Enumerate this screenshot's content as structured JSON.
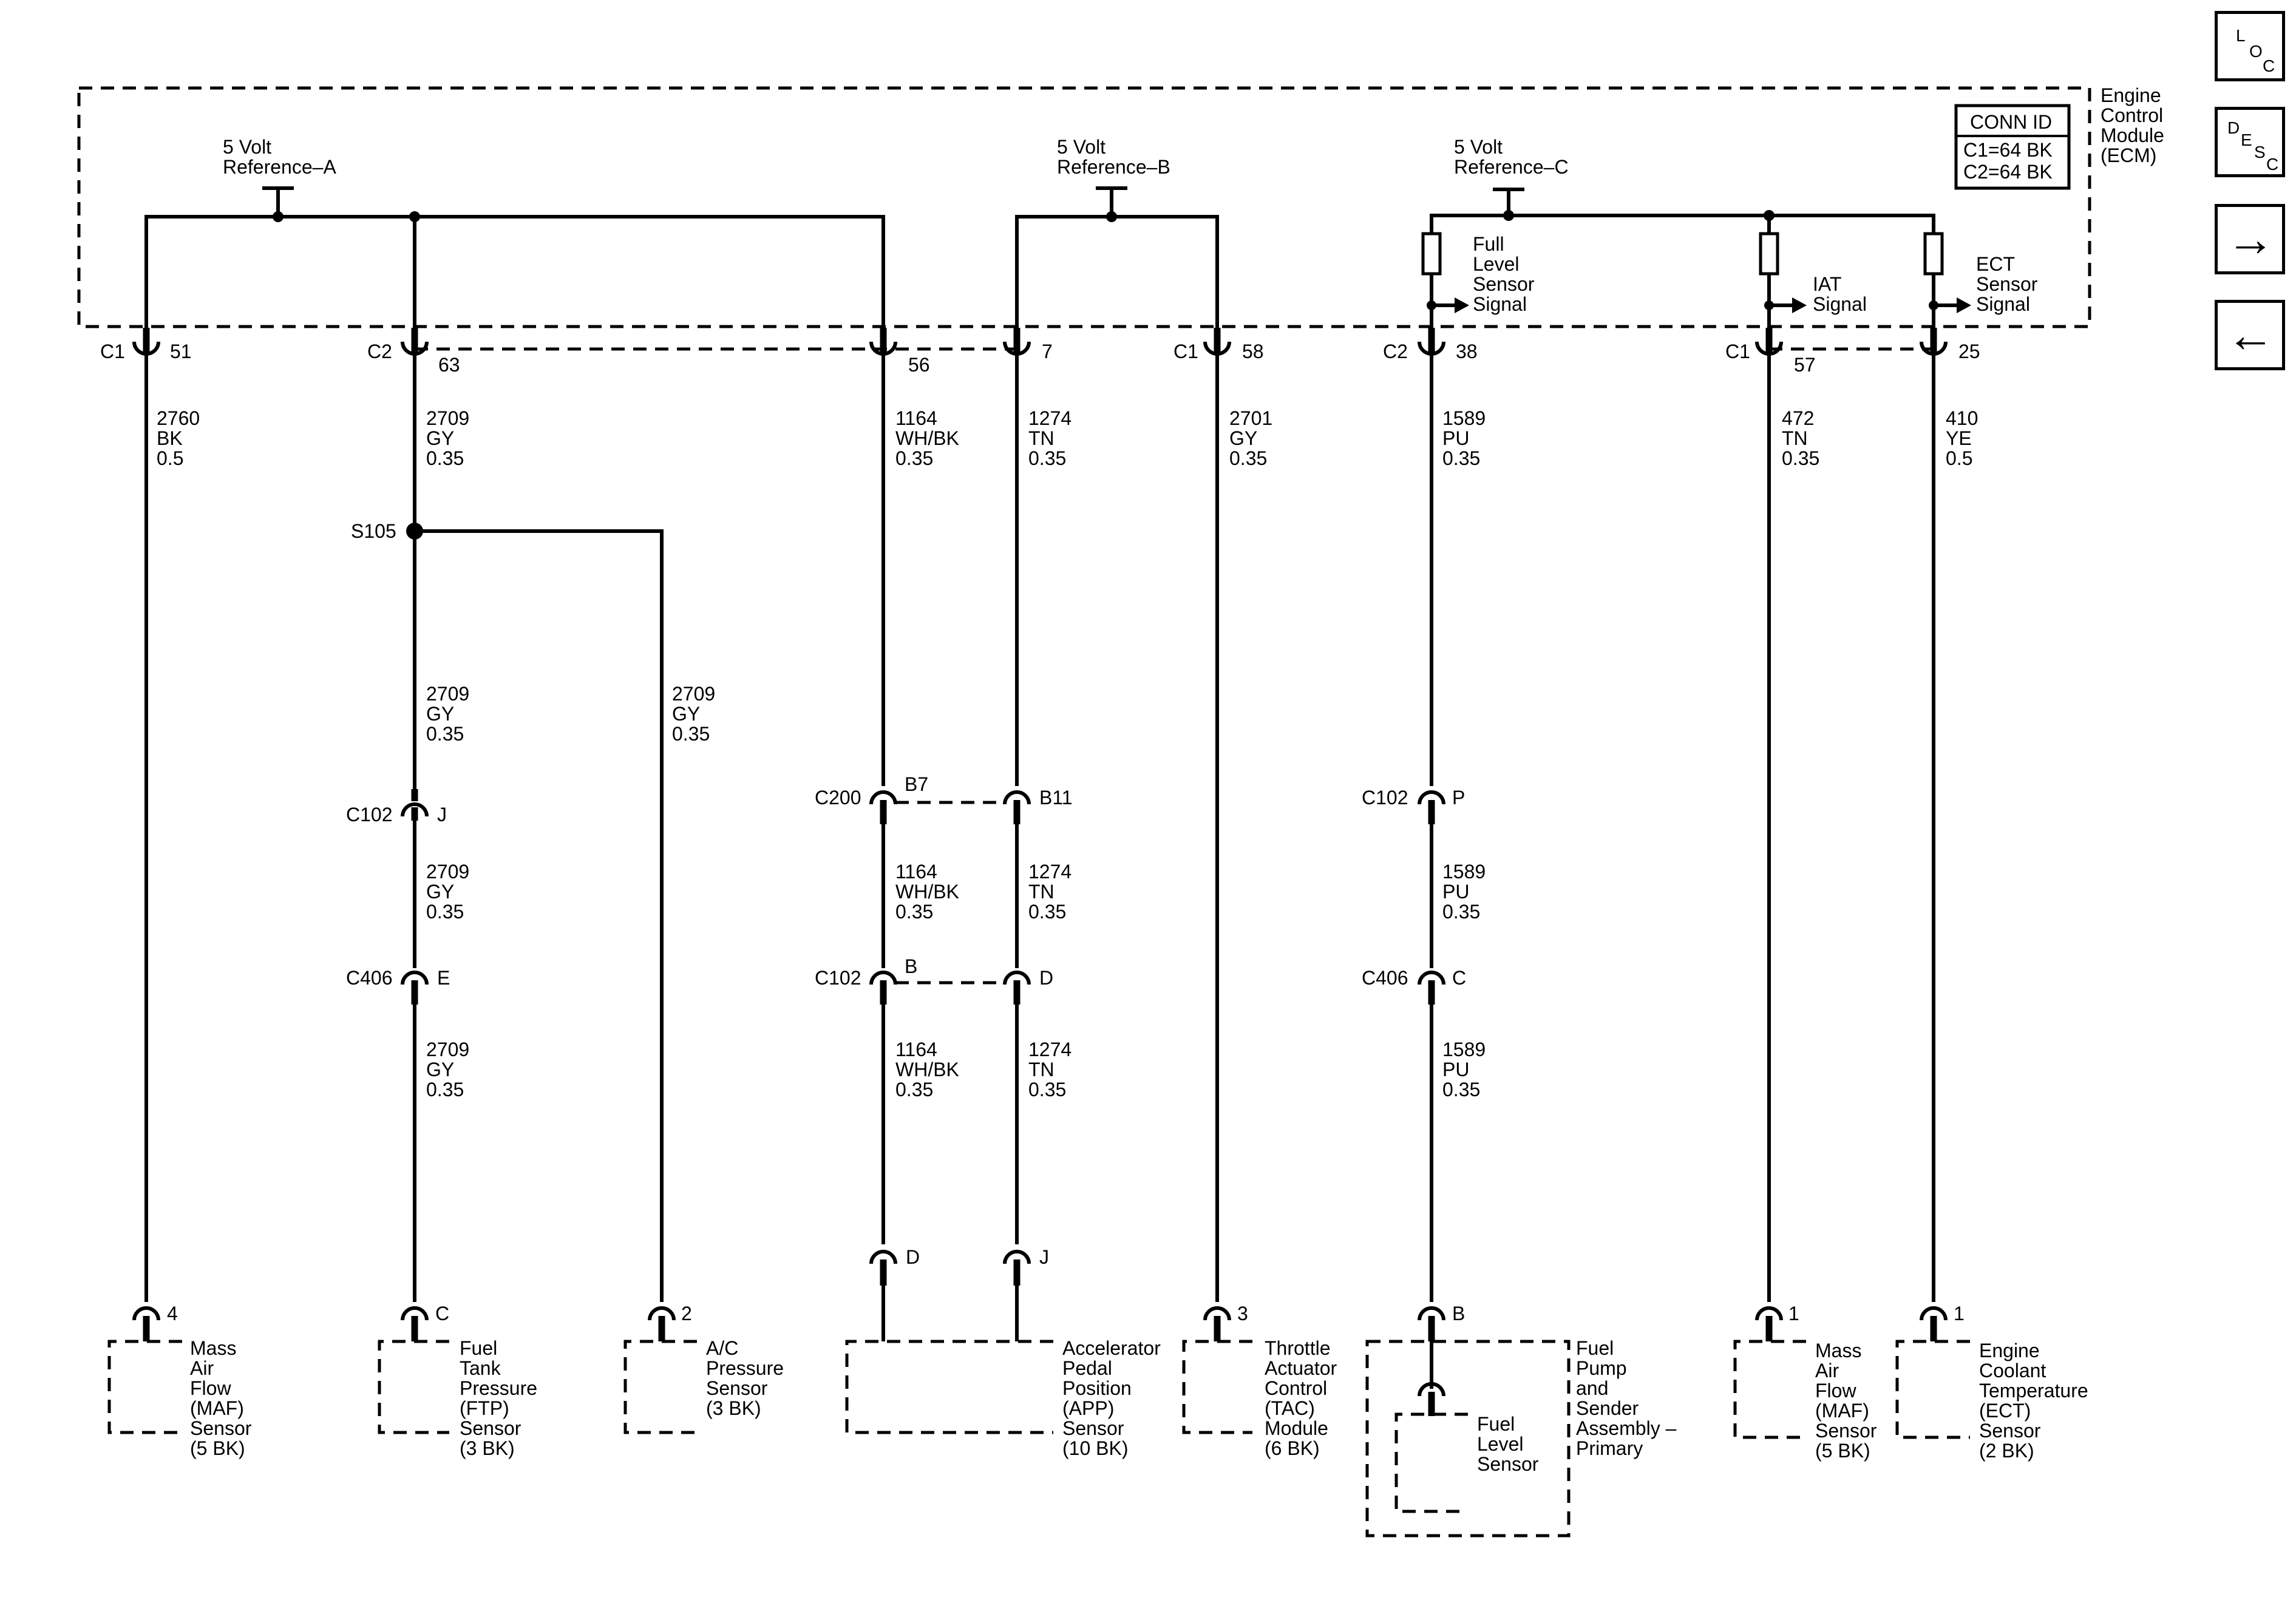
{
  "module": {
    "lines": [
      "Engine",
      "Control",
      "Module",
      "(ECM)"
    ]
  },
  "conn_id": {
    "title": "CONN ID",
    "lines": [
      "C1=64 BK",
      "C2=64 BK"
    ]
  },
  "references": [
    {
      "lines": [
        "5 Volt",
        "Reference–A"
      ]
    },
    {
      "lines": [
        "5 Volt",
        "Reference–B"
      ]
    },
    {
      "lines": [
        "5 Volt",
        "Reference–C"
      ]
    }
  ],
  "signals": [
    {
      "lines": [
        "Full",
        "Level",
        "Sensor",
        "Signal"
      ]
    },
    {
      "lines": [
        "IAT",
        "Signal"
      ]
    },
    {
      "lines": [
        "ECT",
        "Sensor",
        "Signal"
      ]
    }
  ],
  "ecm_pins": [
    {
      "conn": "C1",
      "pin": "51"
    },
    {
      "conn": "C2",
      "pin": "63"
    },
    {
      "conn": "",
      "pin": "56"
    },
    {
      "conn": "",
      "pin": "7"
    },
    {
      "conn": "C1",
      "pin": "58"
    },
    {
      "conn": "C2",
      "pin": "38"
    },
    {
      "conn": "C1",
      "pin": "57"
    },
    {
      "conn": "",
      "pin": "25"
    }
  ],
  "wires": [
    {
      "lines": [
        "2760",
        "BK",
        "0.5"
      ]
    },
    {
      "lines": [
        "2709",
        "GY",
        "0.35"
      ]
    },
    {
      "lines": [
        "1164",
        "WH/BK",
        "0.35"
      ]
    },
    {
      "lines": [
        "1274",
        "TN",
        "0.35"
      ]
    },
    {
      "lines": [
        "2701",
        "GY",
        "0.35"
      ]
    },
    {
      "lines": [
        "1589",
        "PU",
        "0.35"
      ]
    },
    {
      "lines": [
        "472",
        "TN",
        "0.35"
      ]
    },
    {
      "lines": [
        "410",
        "YE",
        "0.5"
      ]
    },
    {
      "lines": [
        "2709",
        "GY",
        "0.35"
      ]
    },
    {
      "lines": [
        "2709",
        "GY",
        "0.35"
      ]
    },
    {
      "lines": [
        "2709",
        "GY",
        "0.35"
      ]
    },
    {
      "lines": [
        "2709",
        "GY",
        "0.35"
      ]
    },
    {
      "lines": [
        "1164",
        "WH/BK",
        "0.35"
      ]
    },
    {
      "lines": [
        "1274",
        "TN",
        "0.35"
      ]
    },
    {
      "lines": [
        "1164",
        "WH/BK",
        "0.35"
      ]
    },
    {
      "lines": [
        "1274",
        "TN",
        "0.35"
      ]
    },
    {
      "lines": [
        "1589",
        "PU",
        "0.35"
      ]
    },
    {
      "lines": [
        "1589",
        "PU",
        "0.35"
      ]
    }
  ],
  "splice": {
    "label": "S105"
  },
  "inline": {
    "c102_j": {
      "conn": "C102",
      "pin": "J"
    },
    "c406_e": {
      "conn": "C406",
      "pin": "E"
    },
    "c200": {
      "conn": "C200",
      "pin_a": "B7",
      "pin_b": "B11"
    },
    "c102_bd": {
      "conn": "C102",
      "pin_a": "B",
      "pin_b": "D"
    },
    "c102_p": {
      "conn": "C102",
      "pin": "P"
    },
    "c406_c": {
      "conn": "C406",
      "pin": "C"
    }
  },
  "component_pins": [
    "4",
    "C",
    "2",
    "D",
    "J",
    "3",
    "B",
    "1",
    "1"
  ],
  "components": [
    {
      "lines": [
        "Mass",
        "Air",
        "Flow",
        "(MAF)",
        "Sensor",
        "(5 BK)"
      ]
    },
    {
      "lines": [
        "Fuel",
        "Tank",
        "Pressure",
        "(FTP)",
        "Sensor",
        "(3 BK)"
      ]
    },
    {
      "lines": [
        "A/C",
        "Pressure",
        "Sensor",
        "(3 BK)"
      ]
    },
    {
      "lines": [
        "Accelerator",
        "Pedal",
        "Position",
        "(APP)",
        "Sensor",
        "(10 BK)"
      ]
    },
    {
      "lines": [
        "Throttle",
        "Actuator",
        "Control",
        "(TAC)",
        "Module",
        "(6 BK)"
      ]
    },
    {
      "lines": [
        "Fuel",
        "Pump",
        "and",
        "Sender",
        "Assembly –",
        "Primary"
      ]
    },
    {
      "lines": [
        "Fuel",
        "Level",
        "Sensor"
      ]
    },
    {
      "lines": [
        "Mass",
        "Air",
        "Flow",
        "(MAF)",
        "Sensor",
        "(5 BK)"
      ]
    },
    {
      "lines": [
        "Engine",
        "Coolant",
        "Temperature",
        "(ECT)",
        "Sensor",
        "(2 BK)"
      ]
    }
  ],
  "nav": {
    "loc": {
      "l": "L",
      "o": "O",
      "c": "C"
    },
    "desc": {
      "d": "D",
      "e": "E",
      "s": "S",
      "c": "C"
    },
    "forward_glyph": "→",
    "back_glyph": "←"
  }
}
